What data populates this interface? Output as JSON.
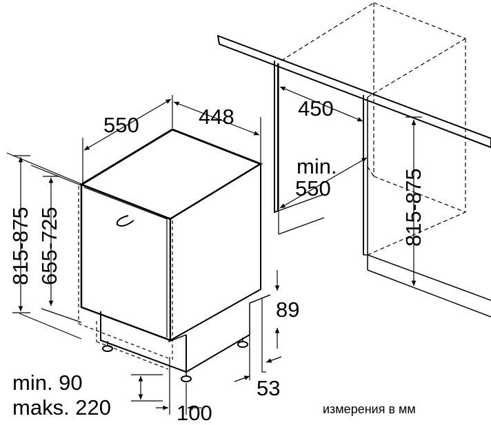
{
  "dimensions": {
    "depth": "550",
    "width": "448",
    "niche_width": "450",
    "niche_depth_line1": "min.",
    "niche_depth_line2": "550",
    "niche_height": "815-875",
    "total_height": "815-875",
    "body_height": "655-725",
    "plinth_gap": "89",
    "plinth_setback": "53",
    "door_min": "min. 90",
    "door_max": "maks. 220",
    "foot_offset": "100"
  },
  "footer": {
    "units_note": "измерения в мм"
  }
}
